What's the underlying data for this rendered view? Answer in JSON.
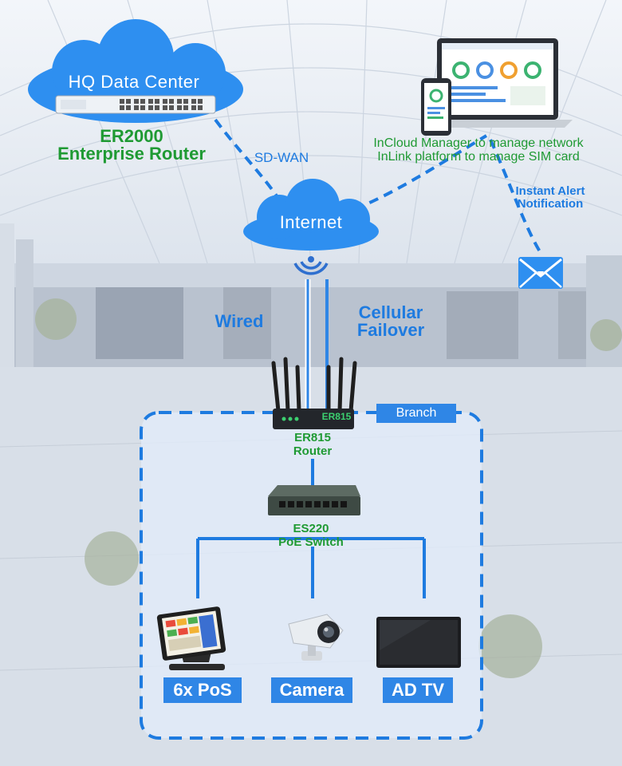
{
  "hq": {
    "cloud_label": "HQ Data Center",
    "router_name": "ER2000",
    "router_desc": "Enterprise Router"
  },
  "sdwan_label": "SD-WAN",
  "internet_label": "Internet",
  "cloud_mgmt": {
    "line1": "InCloud Manager to manage network",
    "line2": "InLink platform to manage SIM card"
  },
  "alert": {
    "line1": "Instant Alert",
    "line2": "Notification"
  },
  "wired_label": "Wired",
  "cellular": {
    "line1": "Cellular",
    "line2": "Failover"
  },
  "branch": {
    "tag": "Branch",
    "router_name": "ER815",
    "router_desc": "Router",
    "router_brand": "ER815",
    "switch_name": "ES220",
    "switch_desc": "PoE Switch"
  },
  "devices": {
    "pos": "6x PoS",
    "camera": "Camera",
    "tv": "AD TV"
  },
  "colors": {
    "accent_blue": "#2f86e6",
    "line_blue": "#1e7be0",
    "green": "#1f9a33"
  }
}
